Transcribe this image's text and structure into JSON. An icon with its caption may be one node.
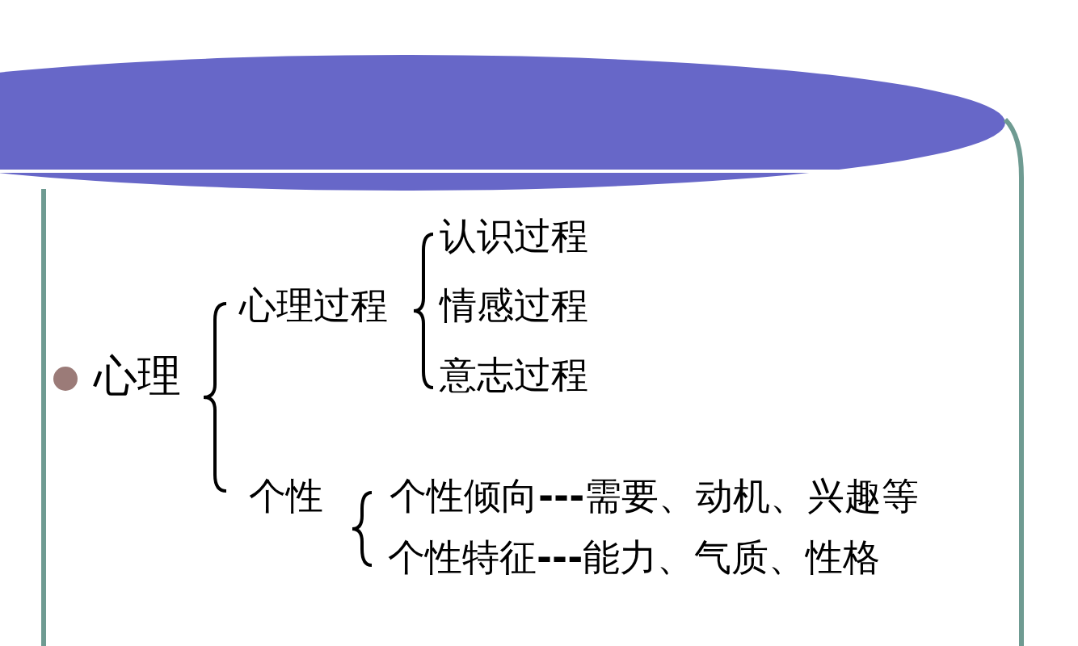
{
  "diagram": {
    "labels": [
      "认识过程",
      "心理过程",
      "情感过程",
      "心理",
      "意志过程",
      "个性",
      "个性倾向**---**需要、动机、兴趣等",
      "个性特征**---**能力、气质、性格"
    ]
  }
}
